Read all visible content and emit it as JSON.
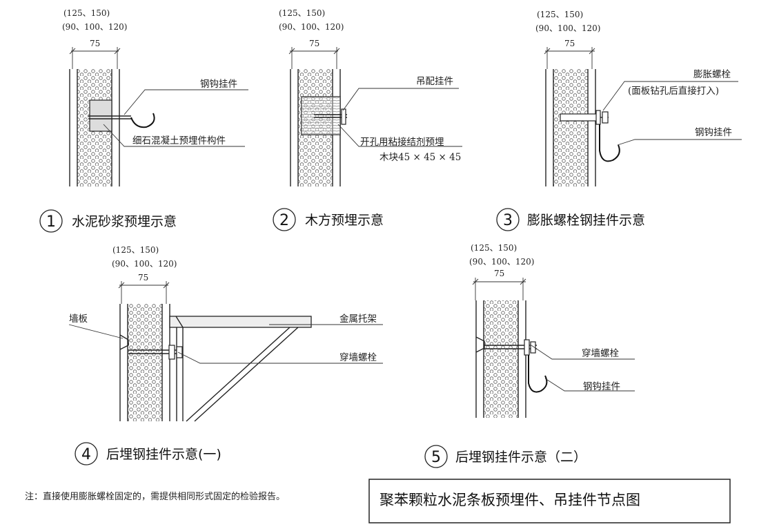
{
  "dims": {
    "d1": "(125、150)",
    "d2": "(90、100、120)",
    "d3": "75"
  },
  "figures": [
    {
      "number": "1",
      "caption": "水泥砂浆预埋示意",
      "labels": [
        "钢钩挂件",
        "细石混凝土预埋件构件"
      ]
    },
    {
      "number": "2",
      "caption": "木方预埋示意",
      "labels": [
        "吊配挂件",
        "开孔用粘接结剂预埋",
        "木块45 × 45 × 45"
      ]
    },
    {
      "number": "3",
      "caption": "膨胀螺栓钢挂件示意",
      "labels": [
        "膨胀螺栓",
        "(面板钻孔后直接打入)",
        "钢钩挂件"
      ]
    },
    {
      "number": "4",
      "caption": "后埋钢挂件示意(一)",
      "labels": [
        "墙板",
        "金属托架",
        "穿墙螺栓"
      ]
    },
    {
      "number": "5",
      "caption": "后埋钢挂件示意（二）",
      "labels": [
        "穿墙螺栓",
        "钢钩挂件"
      ]
    }
  ],
  "note": "注：直接使用膨胀螺栓固定的，需提供相同形式固定的检验报告。",
  "title": "聚苯颗粒水泥条板预埋件、吊挂件节点图"
}
